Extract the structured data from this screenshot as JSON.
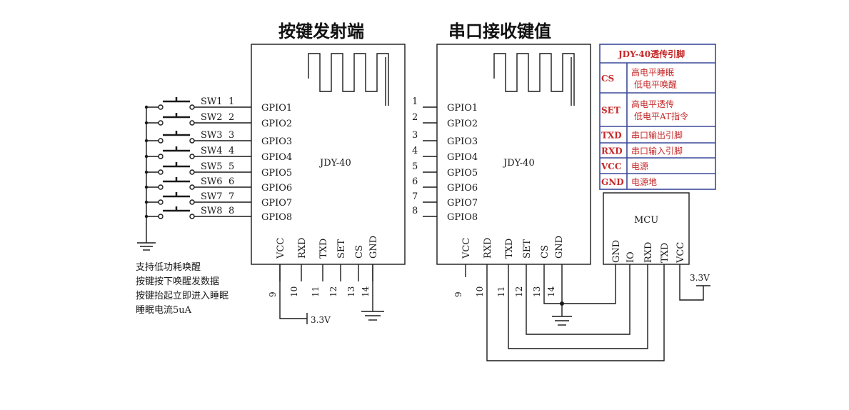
{
  "titles": {
    "left": "按键发射端",
    "right": "串口接收键值"
  },
  "modules": {
    "left_name": "JDY-40",
    "right_name": "JDY-40",
    "mcu_name": "MCU"
  },
  "gpio_labels": [
    "GPIO1",
    "GPIO2",
    "GPIO3",
    "GPIO4",
    "GPIO5",
    "GPIO6",
    "GPIO7",
    "GPIO8"
  ],
  "switches": [
    "SW1",
    "SW2",
    "SW3",
    "SW4",
    "SW5",
    "SW6",
    "SW7",
    "SW8"
  ],
  "pin_numbers_left": [
    "1",
    "2",
    "3",
    "4",
    "5",
    "6",
    "7",
    "8"
  ],
  "pin_numbers_right": [
    "1",
    "2",
    "3",
    "4",
    "5",
    "6",
    "7",
    "8"
  ],
  "bottom_pins": [
    "VCC",
    "RXD",
    "TXD",
    "SET",
    "CS",
    "GND"
  ],
  "bottom_pin_numbers": [
    "9",
    "10",
    "11",
    "12",
    "13",
    "14"
  ],
  "mcu_pins": [
    "GND",
    "IO",
    "RXD",
    "TXD",
    "VCC"
  ],
  "power": {
    "left": "3.3V",
    "mcu": "3.3V"
  },
  "notes": [
    "支持低功耗唤醒",
    "按键按下唤醒发数据",
    "按键抬起立即进入睡眠",
    "睡眠电流5uA"
  ],
  "legend": {
    "title": "JDY-40透传引脚",
    "rows": [
      {
        "pin": "CS",
        "lines": [
          "高电平睡眠",
          "低电平唤醒"
        ]
      },
      {
        "pin": "SET",
        "lines": [
          "高电平透传",
          "低电平AT指令"
        ]
      },
      {
        "pin": "TXD",
        "lines": [
          "串口输出引脚"
        ]
      },
      {
        "pin": "RXD",
        "lines": [
          "串口输入引脚"
        ]
      },
      {
        "pin": "VCC",
        "lines": [
          "电源"
        ]
      },
      {
        "pin": "GND",
        "lines": [
          "电源地"
        ]
      }
    ]
  }
}
